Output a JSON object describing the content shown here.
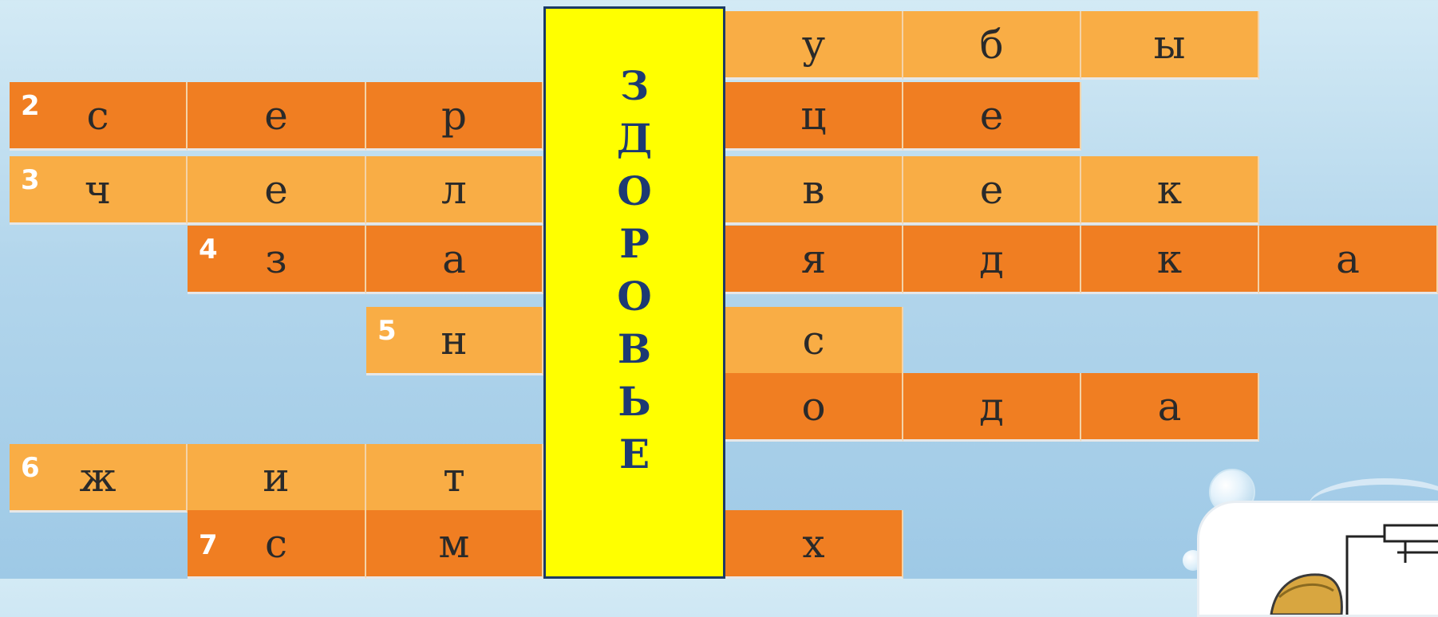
{
  "keyword": [
    "З",
    "Д",
    "О",
    "Р",
    "О",
    "В",
    "Ь",
    "Е"
  ],
  "rows": [
    {
      "number": "",
      "cells": [
        "у",
        "б",
        "ы"
      ]
    },
    {
      "number": "2",
      "cells": [
        "с",
        "е",
        "р",
        "",
        "ц",
        "е"
      ]
    },
    {
      "number": "3",
      "cells": [
        "ч",
        "е",
        "л",
        "",
        "в",
        "е",
        "к"
      ]
    },
    {
      "number": "4",
      "cells": [
        "з",
        "а",
        "",
        "я",
        "д",
        "к",
        "а"
      ]
    },
    {
      "number": "5",
      "cells": [
        "н",
        "",
        "с"
      ]
    },
    {
      "number": "",
      "cells": [
        "о",
        "д",
        "а"
      ]
    },
    {
      "number": "6",
      "cells": [
        "ж",
        "и",
        "т"
      ]
    },
    {
      "number": "7",
      "cells": [
        "с",
        "м",
        "",
        "х"
      ]
    }
  ]
}
